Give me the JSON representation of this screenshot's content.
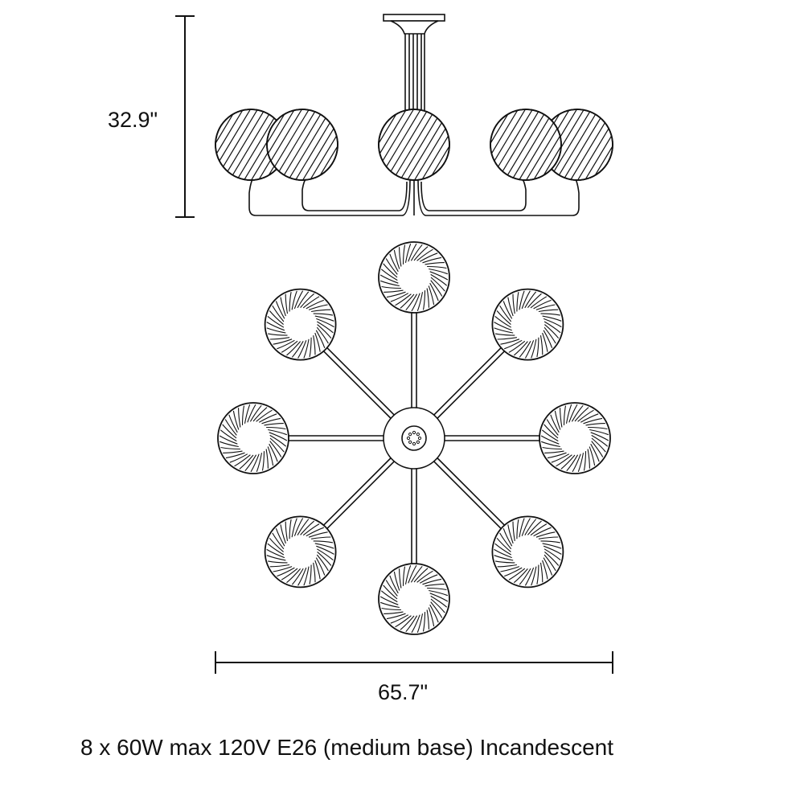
{
  "dimensions": {
    "height": "32.9\"",
    "width": "65.7\""
  },
  "spec": "8 x 60W max 120V E26 (medium base) Incandescent",
  "colors": {
    "line": "#111111",
    "background": "#ffffff"
  }
}
